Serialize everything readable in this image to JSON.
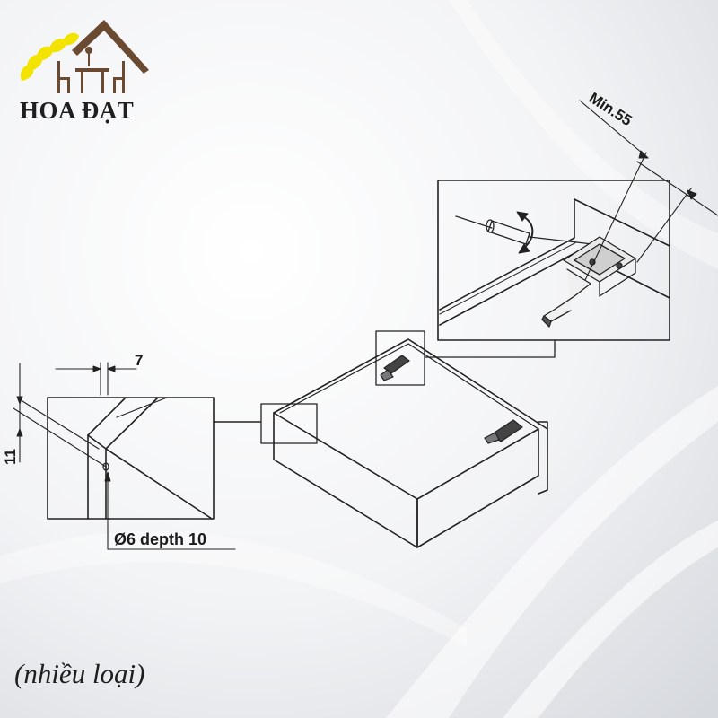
{
  "brand": {
    "name": "HOA ĐẠT",
    "logo_icon": "house-with-dining-table-icon",
    "colors": {
      "roof": "#6b4a32",
      "leaves": "#f2e300",
      "furniture": "#6b4a32"
    }
  },
  "diagram": {
    "labels": {
      "min_distance": "Min.55",
      "width_dim": "7",
      "height_dim": "11",
      "hole_spec": "Ø6 depth 10"
    },
    "line_color": "#222222"
  },
  "caption": "(nhiều loại)"
}
